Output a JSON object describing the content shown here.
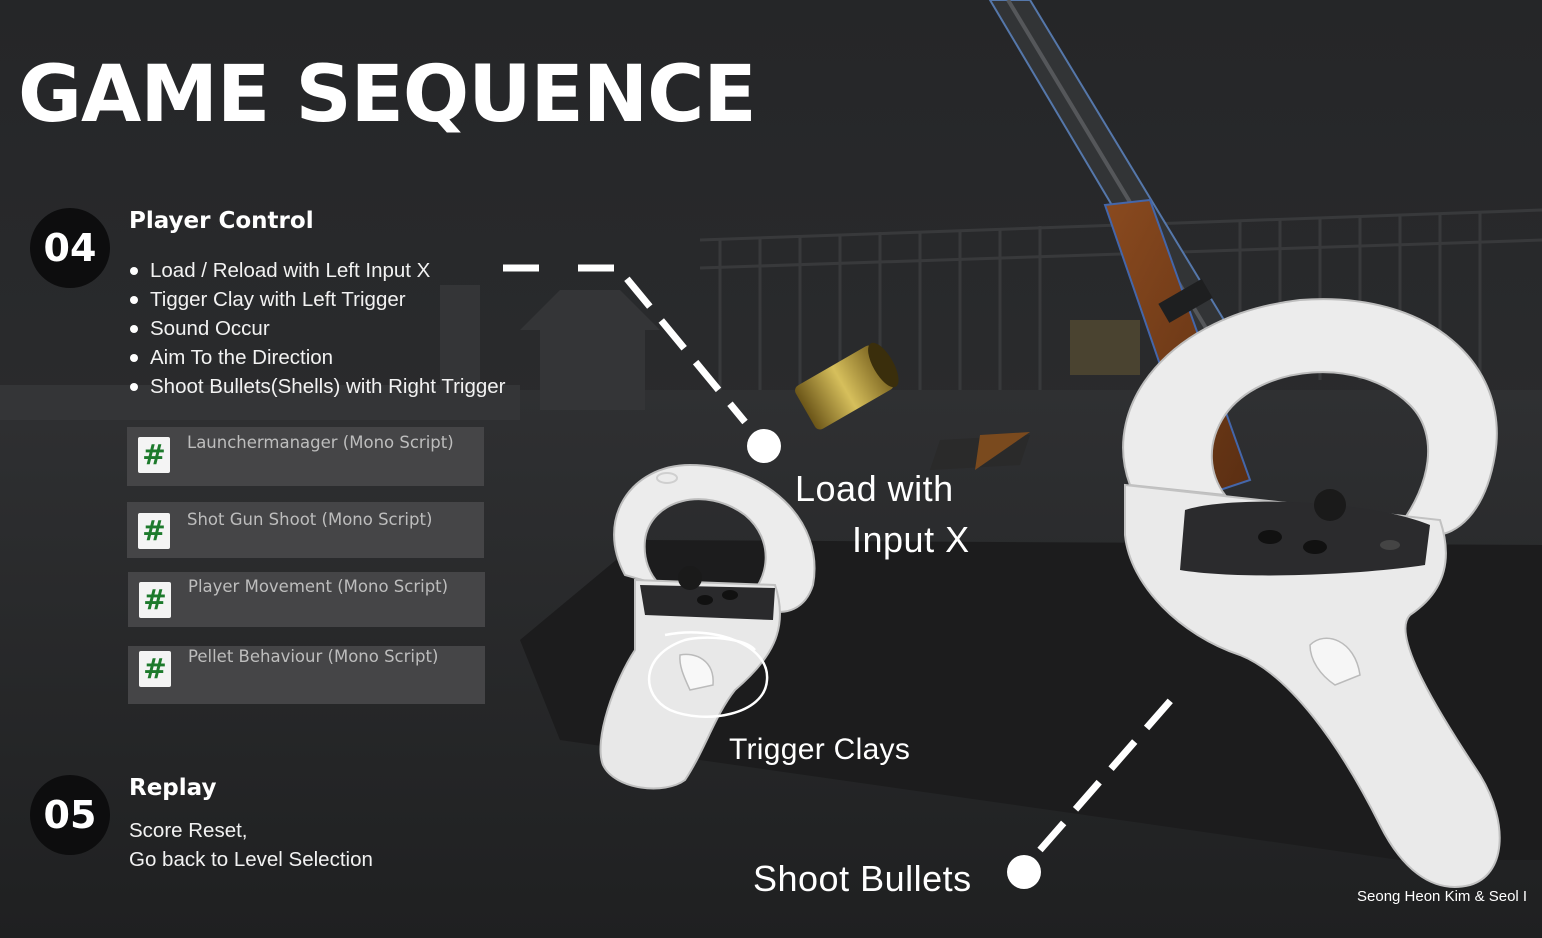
{
  "title": "GAME SEQUENCE",
  "sections": [
    {
      "number": "04",
      "heading": "Player Control",
      "bullets": [
        "Load / Reload with Left Input X",
        "Tigger Clay with Left Trigger",
        "Sound Occur",
        "Aim To the Direction",
        "Shoot Bullets(Shells) with Right Trigger"
      ],
      "scripts": [
        "Launchermanager (Mono Script)",
        "Shot Gun Shoot (Mono Script)",
        "Player Movement (Mono Script)",
        "Pellet Behaviour (Mono Script)"
      ]
    },
    {
      "number": "05",
      "heading": "Replay",
      "lines": [
        "Score Reset,",
        "Go back to Level Selection"
      ]
    }
  ],
  "callouts": {
    "load_line1": "Load with",
    "load_line2": "Input X",
    "trigger": "Trigger Clays",
    "shoot": "Shoot Bullets"
  },
  "script_icon": "#",
  "credit": "Seong Heon Kim & Seol I",
  "icons": {
    "script": "csharp-script-icon",
    "left_controller": "vr-controller-left-icon",
    "right_controller": "vr-controller-right-icon"
  },
  "colors": {
    "background": "#2a2b2d",
    "badge": "#0d0d0e",
    "script_card": "#454547",
    "script_hash": "#1d7a2c",
    "controller": "#eeeeee",
    "shell": "#b59a3a"
  }
}
